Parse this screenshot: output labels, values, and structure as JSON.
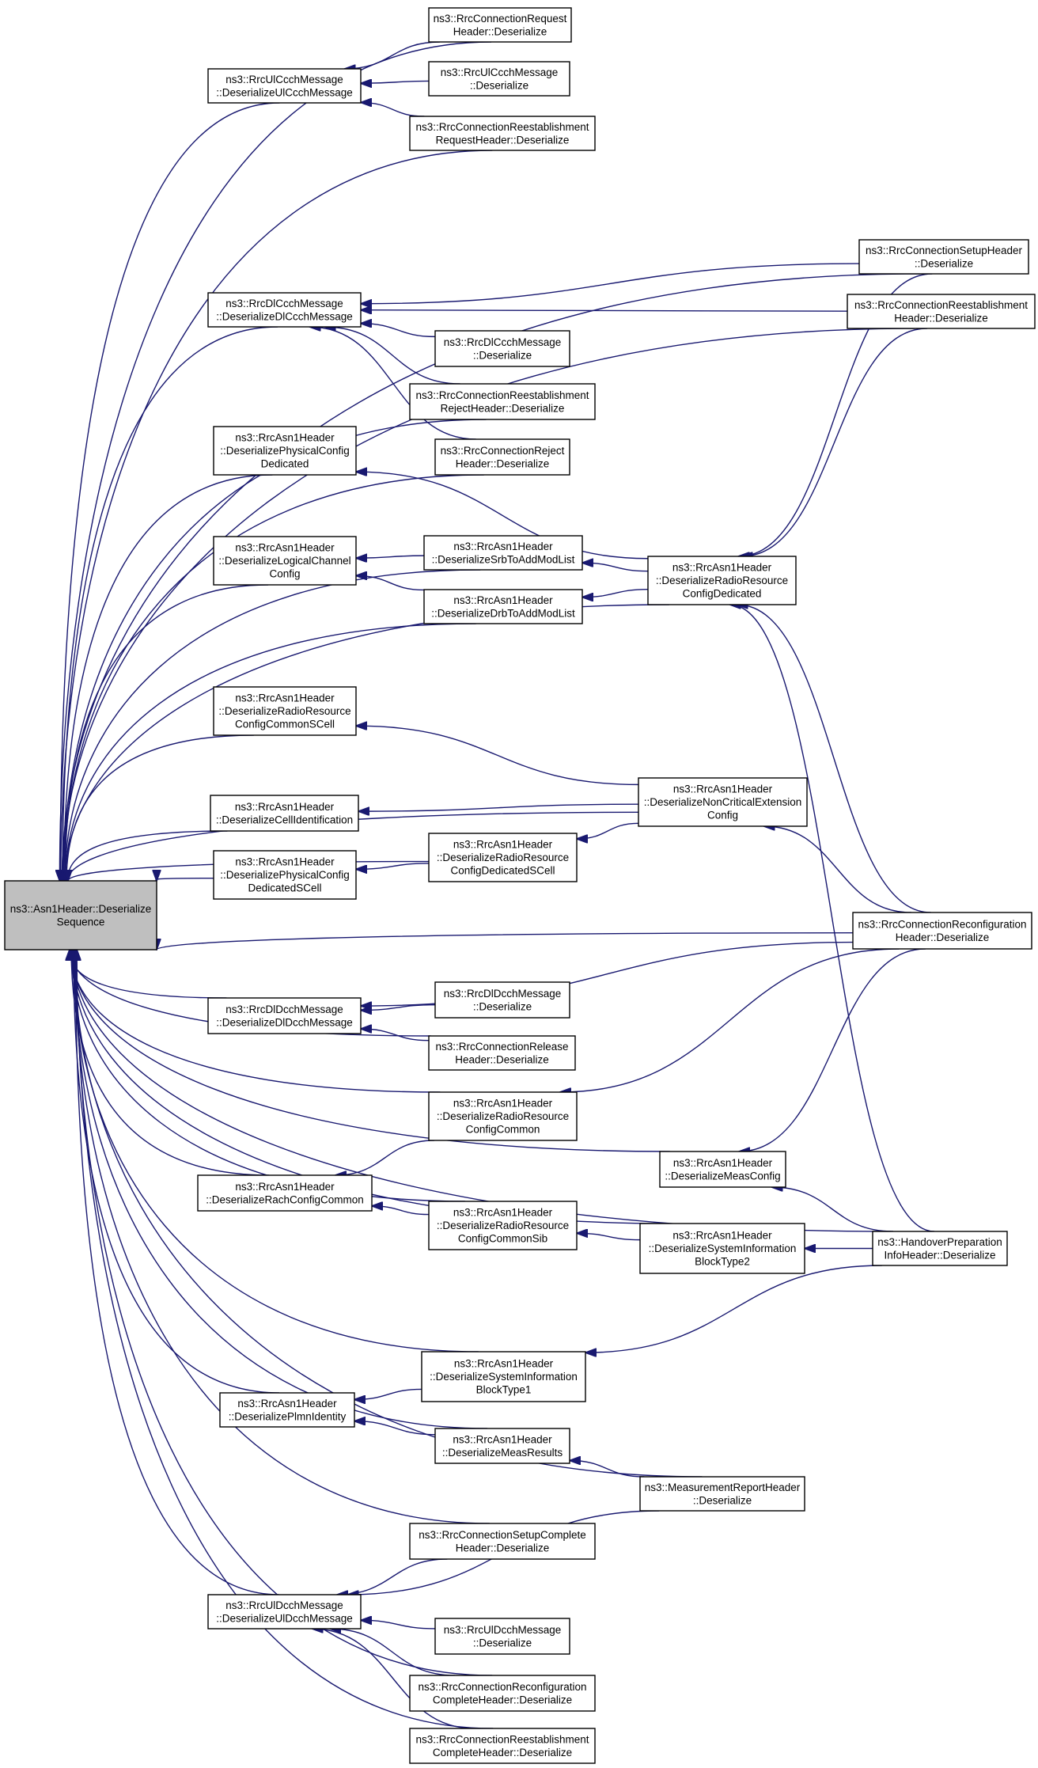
{
  "colors": {
    "edge": "#191970",
    "node_fill": "#ffffff",
    "root_fill": "#bfbfbf",
    "node_border": "#000000"
  },
  "nodes": [
    {
      "id": "root",
      "lines": [
        "ns3::Asn1Header::Deserialize",
        "Sequence"
      ]
    },
    {
      "id": "ulCcchMsg",
      "lines": [
        "ns3::RrcUlCcchMessage",
        "::DeserializeUlCcchMessage"
      ]
    },
    {
      "id": "connReqHdr",
      "lines": [
        "ns3::RrcConnectionRequest",
        "Header::Deserialize"
      ]
    },
    {
      "id": "ulCcchDes",
      "lines": [
        "ns3::RrcUlCcchMessage",
        "::Deserialize"
      ]
    },
    {
      "id": "reestReqHdr",
      "lines": [
        "ns3::RrcConnectionReestablishment",
        "RequestHeader::Deserialize"
      ]
    },
    {
      "id": "dlCcchMsg",
      "lines": [
        "ns3::RrcDlCcchMessage",
        "::DeserializeDlCcchMessage"
      ]
    },
    {
      "id": "connSetupHdr",
      "lines": [
        "ns3::RrcConnectionSetupHeader",
        "::Deserialize"
      ]
    },
    {
      "id": "reestHdr",
      "lines": [
        "ns3::RrcConnectionReestablishment",
        "Header::Deserialize"
      ]
    },
    {
      "id": "dlCcchDes",
      "lines": [
        "ns3::RrcDlCcchMessage",
        "::Deserialize"
      ]
    },
    {
      "id": "reestRejHdr",
      "lines": [
        "ns3::RrcConnectionReestablishment",
        "RejectHeader::Deserialize"
      ]
    },
    {
      "id": "connRejHdr",
      "lines": [
        "ns3::RrcConnectionReject",
        "Header::Deserialize"
      ]
    },
    {
      "id": "physCfgDed",
      "lines": [
        "ns3::RrcAsn1Header",
        "::DeserializePhysicalConfig",
        "Dedicated"
      ]
    },
    {
      "id": "logChCfg",
      "lines": [
        "ns3::RrcAsn1Header",
        "::DeserializeLogicalChannel",
        "Config"
      ]
    },
    {
      "id": "srbList",
      "lines": [
        "ns3::RrcAsn1Header",
        "::DeserializeSrbToAddModList"
      ]
    },
    {
      "id": "drbList",
      "lines": [
        "ns3::RrcAsn1Header",
        "::DeserializeDrbToAddModList"
      ]
    },
    {
      "id": "radioResCfgDed",
      "lines": [
        "ns3::RrcAsn1Header",
        "::DeserializeRadioResource",
        "ConfigDedicated"
      ]
    },
    {
      "id": "radioResCommonSCell",
      "lines": [
        "ns3::RrcAsn1Header",
        "::DeserializeRadioResource",
        "ConfigCommonSCell"
      ]
    },
    {
      "id": "nonCritExt",
      "lines": [
        "ns3::RrcAsn1Header",
        "::DeserializeNonCriticalExtension",
        "Config"
      ]
    },
    {
      "id": "cellId",
      "lines": [
        "ns3::RrcAsn1Header",
        "::DeserializeCellIdentification"
      ]
    },
    {
      "id": "physCfgDedSCell",
      "lines": [
        "ns3::RrcAsn1Header",
        "::DeserializePhysicalConfig",
        "DedicatedSCell"
      ]
    },
    {
      "id": "radioResDedSCell",
      "lines": [
        "ns3::RrcAsn1Header",
        "::DeserializeRadioResource",
        "ConfigDedicatedSCell"
      ]
    },
    {
      "id": "reconfHdr",
      "lines": [
        "ns3::RrcConnectionReconfiguration",
        "Header::Deserialize"
      ]
    },
    {
      "id": "dlDcchMsg",
      "lines": [
        "ns3::RrcDlDcchMessage",
        "::DeserializeDlDcchMessage"
      ]
    },
    {
      "id": "dlDcchDes",
      "lines": [
        "ns3::RrcDlDcchMessage",
        "::Deserialize"
      ]
    },
    {
      "id": "releaseHdr",
      "lines": [
        "ns3::RrcConnectionRelease",
        "Header::Deserialize"
      ]
    },
    {
      "id": "radioResCommon",
      "lines": [
        "ns3::RrcAsn1Header",
        "::DeserializeRadioResource",
        "ConfigCommon"
      ]
    },
    {
      "id": "measCfg",
      "lines": [
        "ns3::RrcAsn1Header",
        "::DeserializeMeasConfig"
      ]
    },
    {
      "id": "rachCfgCommon",
      "lines": [
        "ns3::RrcAsn1Header",
        "::DeserializeRachConfigCommon"
      ]
    },
    {
      "id": "radioResCommonSib",
      "lines": [
        "ns3::RrcAsn1Header",
        "::DeserializeRadioResource",
        "ConfigCommonSib"
      ]
    },
    {
      "id": "sib2",
      "lines": [
        "ns3::RrcAsn1Header",
        "::DeserializeSystemInformation",
        "BlockType2"
      ]
    },
    {
      "id": "hoPrepHdr",
      "lines": [
        "ns3::HandoverPreparation",
        "InfoHeader::Deserialize"
      ]
    },
    {
      "id": "sib1",
      "lines": [
        "ns3::RrcAsn1Header",
        "::DeserializeSystemInformation",
        "BlockType1"
      ]
    },
    {
      "id": "plmnId",
      "lines": [
        "ns3::RrcAsn1Header",
        "::DeserializePlmnIdentity"
      ]
    },
    {
      "id": "measResults",
      "lines": [
        "ns3::RrcAsn1Header",
        "::DeserializeMeasResults"
      ]
    },
    {
      "id": "measReportHdr",
      "lines": [
        "ns3::MeasurementReportHeader",
        "::Deserialize"
      ]
    },
    {
      "id": "setupCompleteHdr",
      "lines": [
        "ns3::RrcConnectionSetupComplete",
        "Header::Deserialize"
      ]
    },
    {
      "id": "ulDcchMsg",
      "lines": [
        "ns3::RrcUlDcchMessage",
        "::DeserializeUlDcchMessage"
      ]
    },
    {
      "id": "ulDcchDes",
      "lines": [
        "ns3::RrcUlDcchMessage",
        "::Deserialize"
      ]
    },
    {
      "id": "reconfCompleteHdr",
      "lines": [
        "ns3::RrcConnectionReconfiguration",
        "CompleteHeader::Deserialize"
      ]
    },
    {
      "id": "reestCompleteHdr",
      "lines": [
        "ns3::RrcConnectionReestablishment",
        "CompleteHeader::Deserialize"
      ]
    }
  ],
  "edges": [
    [
      "ulCcchMsg",
      "root"
    ],
    [
      "connReqHdr",
      "root"
    ],
    [
      "reestReqHdr",
      "root"
    ],
    [
      "dlCcchMsg",
      "root"
    ],
    [
      "connSetupHdr",
      "root"
    ],
    [
      "reestHdr",
      "root"
    ],
    [
      "reestRejHdr",
      "root"
    ],
    [
      "connRejHdr",
      "root"
    ],
    [
      "physCfgDed",
      "root"
    ],
    [
      "logChCfg",
      "root"
    ],
    [
      "srbList",
      "root"
    ],
    [
      "drbList",
      "root"
    ],
    [
      "radioResCfgDed",
      "root"
    ],
    [
      "radioResCommonSCell",
      "root"
    ],
    [
      "nonCritExt",
      "root"
    ],
    [
      "cellId",
      "root"
    ],
    [
      "physCfgDedSCell",
      "root"
    ],
    [
      "radioResDedSCell",
      "root"
    ],
    [
      "reconfHdr",
      "root"
    ],
    [
      "dlDcchMsg",
      "root"
    ],
    [
      "releaseHdr",
      "root"
    ],
    [
      "radioResCommon",
      "root"
    ],
    [
      "measCfg",
      "root"
    ],
    [
      "rachCfgCommon",
      "root"
    ],
    [
      "radioResCommonSib",
      "root"
    ],
    [
      "sib2",
      "root"
    ],
    [
      "hoPrepHdr",
      "root"
    ],
    [
      "sib1",
      "root"
    ],
    [
      "plmnId",
      "root"
    ],
    [
      "measResults",
      "root"
    ],
    [
      "measReportHdr",
      "root"
    ],
    [
      "setupCompleteHdr",
      "root"
    ],
    [
      "ulDcchMsg",
      "root"
    ],
    [
      "reconfCompleteHdr",
      "root"
    ],
    [
      "reestCompleteHdr",
      "root"
    ],
    [
      "connReqHdr",
      "ulCcchMsg"
    ],
    [
      "ulCcchDes",
      "ulCcchMsg"
    ],
    [
      "reestReqHdr",
      "ulCcchMsg"
    ],
    [
      "connSetupHdr",
      "dlCcchMsg"
    ],
    [
      "reestHdr",
      "dlCcchMsg"
    ],
    [
      "dlCcchDes",
      "dlCcchMsg"
    ],
    [
      "reestRejHdr",
      "dlCcchMsg"
    ],
    [
      "connRejHdr",
      "dlCcchMsg"
    ],
    [
      "radioResCfgDed",
      "physCfgDed"
    ],
    [
      "srbList",
      "logChCfg"
    ],
    [
      "drbList",
      "logChCfg"
    ],
    [
      "radioResCfgDed",
      "srbList"
    ],
    [
      "radioResCfgDed",
      "drbList"
    ],
    [
      "connSetupHdr",
      "radioResCfgDed"
    ],
    [
      "reestHdr",
      "radioResCfgDed"
    ],
    [
      "reconfHdr",
      "radioResCfgDed"
    ],
    [
      "hoPrepHdr",
      "radioResCfgDed"
    ],
    [
      "nonCritExt",
      "radioResCommonSCell"
    ],
    [
      "nonCritExt",
      "cellId"
    ],
    [
      "nonCritExt",
      "radioResDedSCell"
    ],
    [
      "reconfHdr",
      "nonCritExt"
    ],
    [
      "radioResDedSCell",
      "physCfgDedSCell"
    ],
    [
      "dlDcchDes",
      "dlDcchMsg"
    ],
    [
      "releaseHdr",
      "dlDcchMsg"
    ],
    [
      "reconfHdr",
      "dlDcchMsg"
    ],
    [
      "reconfHdr",
      "radioResCommon"
    ],
    [
      "reconfHdr",
      "measCfg"
    ],
    [
      "hoPrepHdr",
      "measCfg"
    ],
    [
      "radioResCommon",
      "rachCfgCommon"
    ],
    [
      "radioResCommonSib",
      "rachCfgCommon"
    ],
    [
      "sib2",
      "radioResCommonSib"
    ],
    [
      "hoPrepHdr",
      "sib2"
    ],
    [
      "hoPrepHdr",
      "sib1"
    ],
    [
      "sib1",
      "plmnId"
    ],
    [
      "measResults",
      "plmnId"
    ],
    [
      "measReportHdr",
      "measResults"
    ],
    [
      "setupCompleteHdr",
      "ulDcchMsg"
    ],
    [
      "measReportHdr",
      "ulDcchMsg"
    ],
    [
      "ulDcchDes",
      "ulDcchMsg"
    ],
    [
      "reconfCompleteHdr",
      "ulDcchMsg"
    ],
    [
      "reestCompleteHdr",
      "ulDcchMsg"
    ]
  ]
}
